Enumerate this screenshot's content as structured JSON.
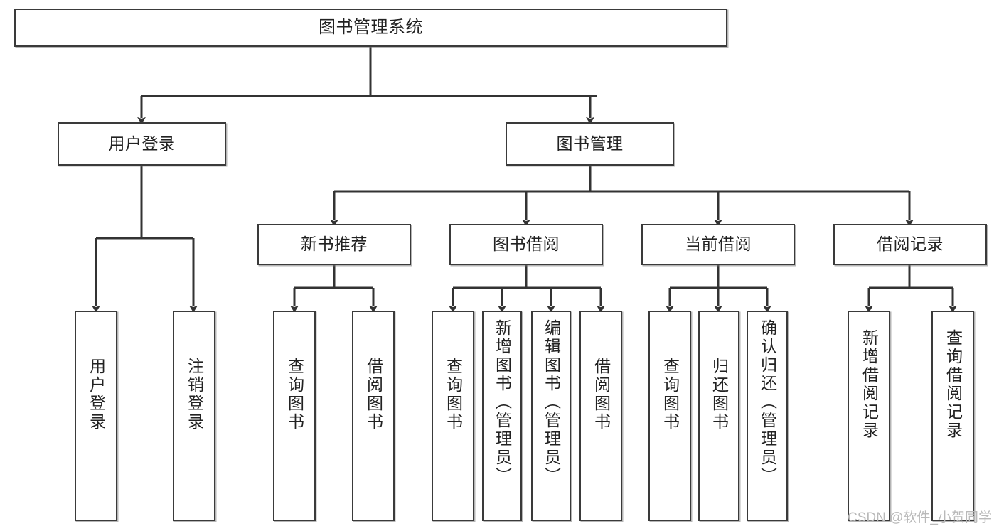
{
  "diagram": {
    "type": "tree-hierarchy-chart",
    "title": "图书管理系统",
    "orientation": "top-down",
    "colors": {
      "box_border": "#3a3a3a",
      "box_fill": "#ffffff",
      "connector": "#333333",
      "text": "#222222",
      "watermark": "#b9b9b9"
    }
  },
  "nodes": {
    "root": {
      "label": "图书管理系统",
      "level": 1
    },
    "level2": [
      {
        "id": "user-login",
        "label": "用户登录"
      },
      {
        "id": "book-manage",
        "label": "图书管理"
      }
    ],
    "level3": [
      {
        "id": "new-book-recommend",
        "label": "新书推荐",
        "parent": "book-manage"
      },
      {
        "id": "book-borrow",
        "label": "图书借阅",
        "parent": "book-manage"
      },
      {
        "id": "current-borrow",
        "label": "当前借阅",
        "parent": "book-manage"
      },
      {
        "id": "borrow-record",
        "label": "借阅记录",
        "parent": "book-manage"
      }
    ],
    "leaves": [
      {
        "id": "leaf-user-login",
        "label": "用户登录",
        "parent": "user-login"
      },
      {
        "id": "leaf-logout-login",
        "label": "注销登录",
        "parent": "user-login"
      },
      {
        "id": "leaf-query-book-1",
        "label": "查询图书",
        "parent": "new-book-recommend"
      },
      {
        "id": "leaf-borrow-book-1",
        "label": "借阅图书",
        "parent": "new-book-recommend"
      },
      {
        "id": "leaf-query-book-2",
        "label": "查询图书",
        "parent": "book-borrow"
      },
      {
        "id": "leaf-add-book",
        "label": "新增图书（管理员）",
        "parent": "book-borrow"
      },
      {
        "id": "leaf-edit-book",
        "label": "编辑图书（管理员）",
        "parent": "book-borrow"
      },
      {
        "id": "leaf-borrow-book-2",
        "label": "借阅图书",
        "parent": "book-borrow"
      },
      {
        "id": "leaf-query-book-3",
        "label": "查询图书",
        "parent": "current-borrow"
      },
      {
        "id": "leaf-return-book",
        "label": "归还图书",
        "parent": "current-borrow"
      },
      {
        "id": "leaf-confirm-return",
        "label": "确认归还（管理员）",
        "parent": "current-borrow"
      },
      {
        "id": "leaf-add-record",
        "label": "新增借阅记录",
        "parent": "borrow-record"
      },
      {
        "id": "leaf-query-record",
        "label": "查询借阅记录",
        "parent": "borrow-record"
      }
    ]
  },
  "watermark": {
    "text": "CSDN @软件_小贺同学"
  }
}
